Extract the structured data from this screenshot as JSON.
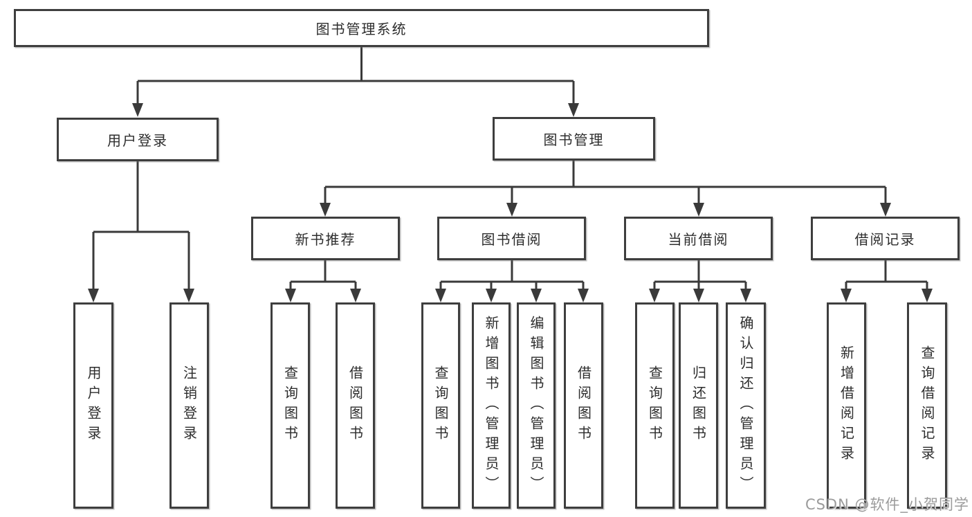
{
  "colors": {
    "line": "#3a3a3a",
    "border": "#3e3e3e",
    "text": "#2d2d2d",
    "background": "#ffffff",
    "watermark": "#9b9b9b"
  },
  "tree": {
    "root": {
      "label": "图书管理系统"
    },
    "children": [
      {
        "label": "用户登录",
        "children": [
          {
            "label": "用户登录"
          },
          {
            "label": "注销登录"
          }
        ]
      },
      {
        "label": "图书管理",
        "children": [
          {
            "label": "新书推荐",
            "children": [
              {
                "label": "查询图书"
              },
              {
                "label": "借阅图书"
              }
            ]
          },
          {
            "label": "图书借阅",
            "children": [
              {
                "label": "查询图书"
              },
              {
                "label": "新增图书（管理员）"
              },
              {
                "label": "编辑图书（管理员）"
              },
              {
                "label": "借阅图书"
              }
            ]
          },
          {
            "label": "当前借阅",
            "children": [
              {
                "label": "查询图书"
              },
              {
                "label": "归还图书"
              },
              {
                "label": "确认归还（管理员）"
              }
            ]
          },
          {
            "label": "借阅记录",
            "children": [
              {
                "label": "新增借阅记录"
              },
              {
                "label": "查询借阅记录"
              }
            ]
          }
        ]
      }
    ]
  },
  "watermark": {
    "text": "CSDN @软件_小贺同学"
  }
}
